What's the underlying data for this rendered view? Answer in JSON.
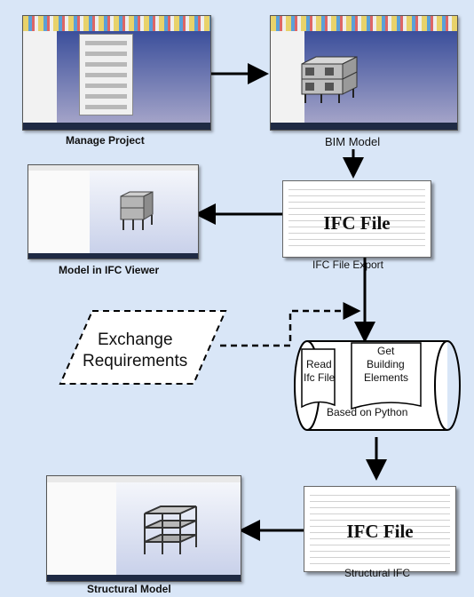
{
  "captions": {
    "manage_project": "Manage Project",
    "bim_model": "BIM Model",
    "model_in_viewer": "Model in IFC Viewer",
    "ifc_file_export": "IFC File Export",
    "structural_ifc": "Structural IFC",
    "structural_model": "Structural Model"
  },
  "documents": {
    "ifc_file_top": "IFC File",
    "ifc_file_bottom": "IFC File"
  },
  "exchange_requirements": {
    "line1": "Exchange",
    "line2": "Requirements"
  },
  "python_process": {
    "read_line1": "Read",
    "read_line2": "Ifc File",
    "get_line1": "Get",
    "get_line2": "Building",
    "get_line3": "Elements",
    "based_on": "Based on Python"
  },
  "colors": {
    "background": "#d9e6f7",
    "arrow": "#000000"
  }
}
